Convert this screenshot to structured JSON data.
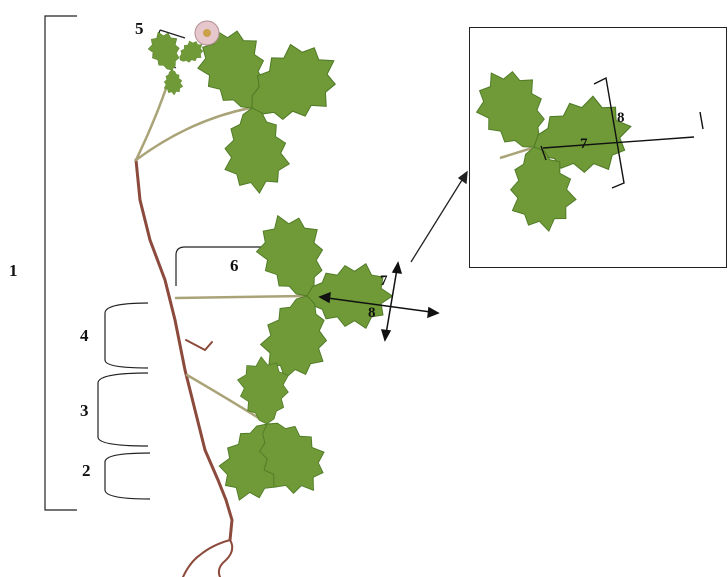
{
  "labels": {
    "l1": "1",
    "l2": "2",
    "l3": "3",
    "l4": "4",
    "l5": "5",
    "l6": "6",
    "l7_main": "7",
    "l8_main": "8",
    "l7_inset": "7",
    "l8_inset": "8"
  },
  "colors": {
    "leaf": "#6f9a37",
    "leaf_dark": "#4f7a26",
    "leaf_vein": "#b9d07a",
    "stem": "#8b4a3c",
    "petiole": "#a9a377",
    "flower": "#e6c7cc",
    "line": "#222222"
  },
  "icons": {
    "specimen": "pressed-plant-specimen",
    "inset": "leaf-detail-inset"
  }
}
